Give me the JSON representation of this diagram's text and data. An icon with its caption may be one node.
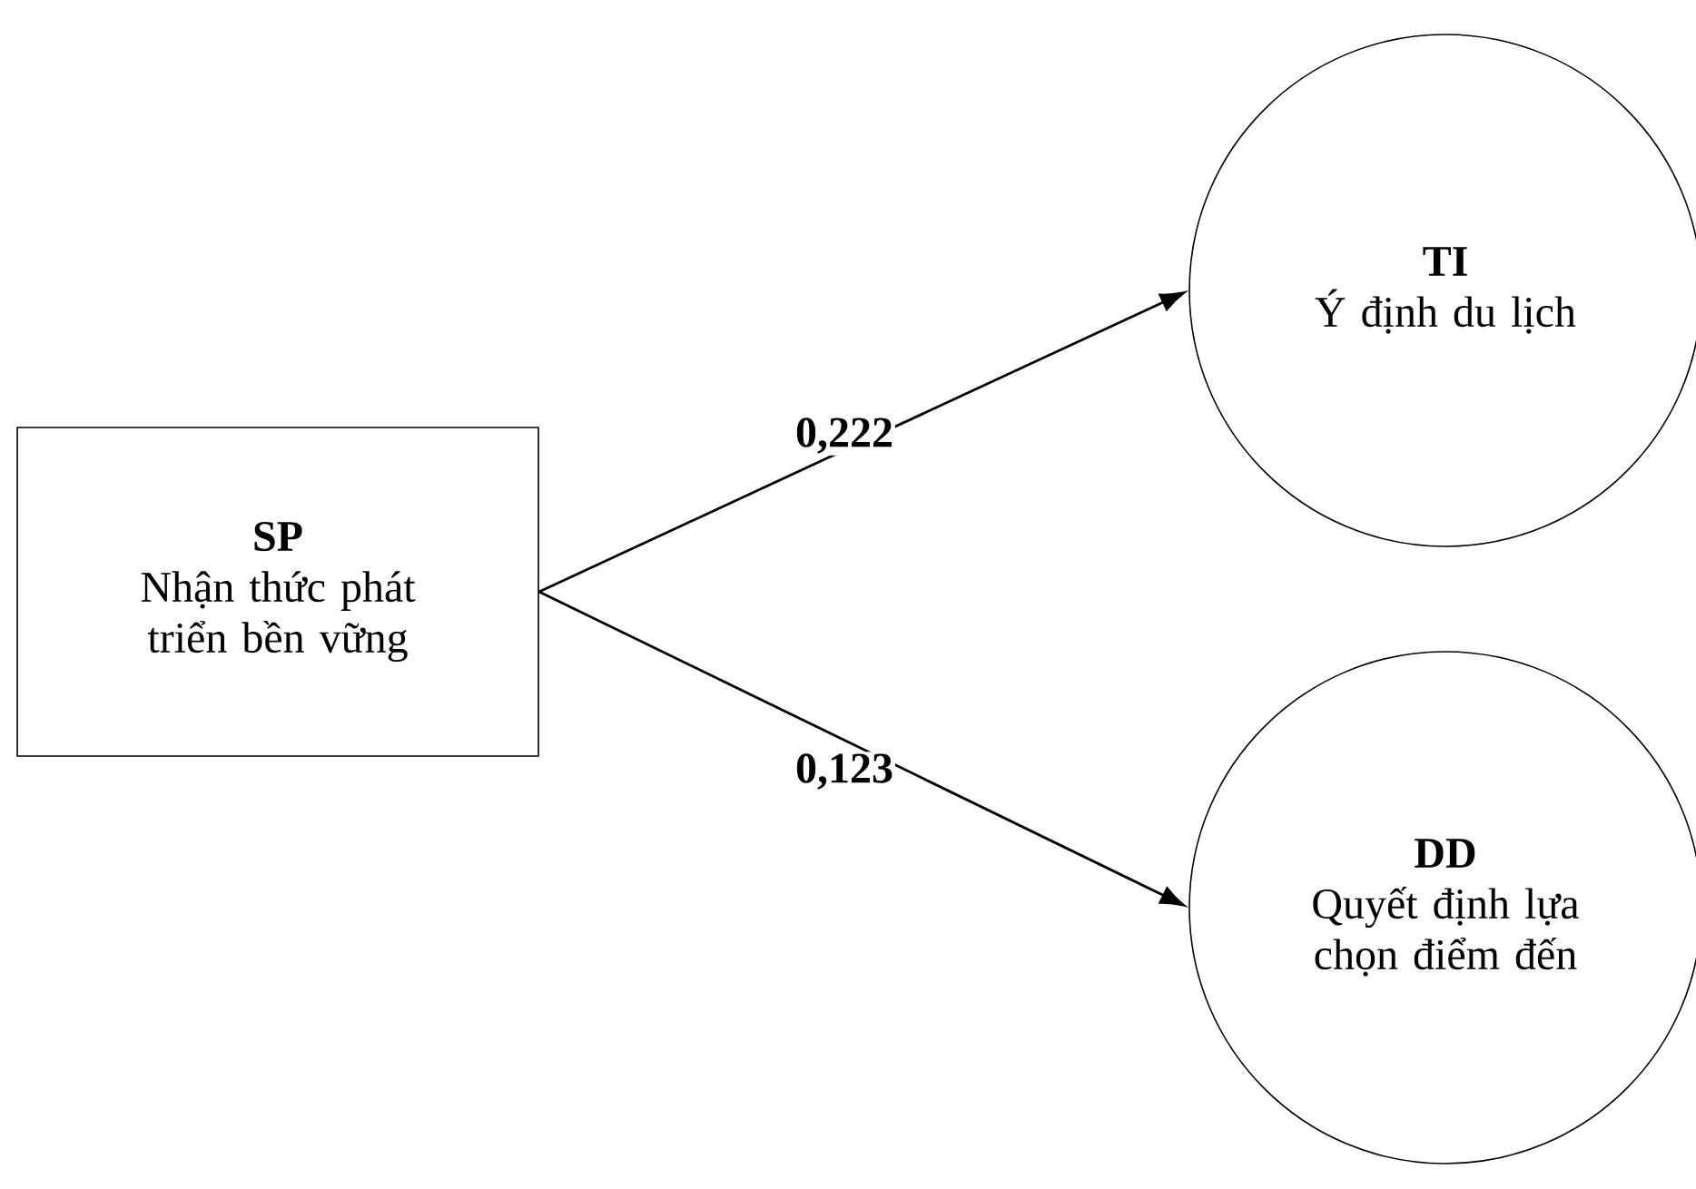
{
  "diagram": {
    "nodes": [
      {
        "text": [
          "SP",
          "Nhận thức phát triển bền vững"
        ]
      },
      {
        "text": [
          "TI",
          "Ý định du lịch"
        ]
      },
      {
        "text": [
          "DD",
          "Quyết định lựa chọn điểm đến"
        ]
      }
    ],
    "edges": [
      {
        "from": 0,
        "to": 1,
        "arrow": "to",
        "label": "0,222"
      },
      {
        "from": 0,
        "to": 2,
        "arrow": "to",
        "label": "0,123"
      }
    ]
  }
}
